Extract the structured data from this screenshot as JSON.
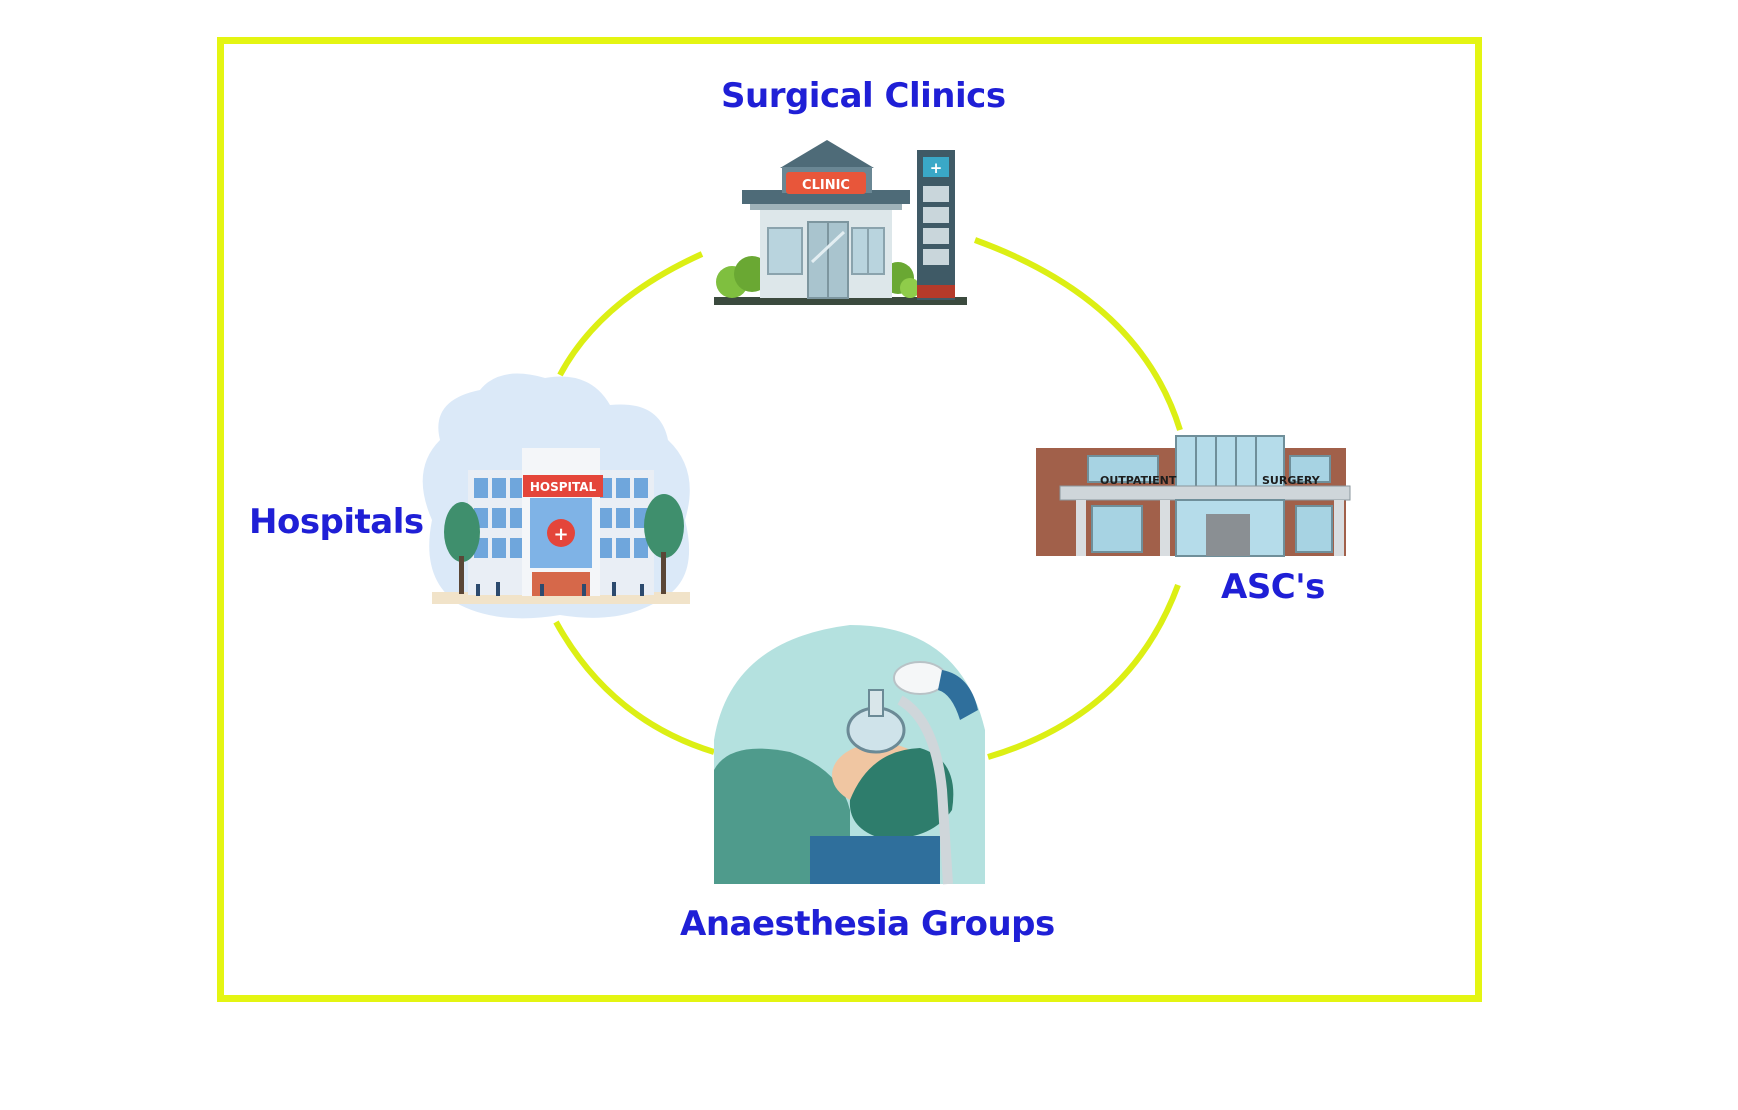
{
  "colors": {
    "frame": "#e4f512",
    "ring": "#dcef14",
    "label": "#1f1fd6"
  },
  "labels": {
    "top": "Surgical Clinics",
    "left": "Hospitals",
    "right": "ASC's",
    "bottom": "Anaesthesia Groups"
  },
  "signs": {
    "clinic": "CLINIC",
    "hospital": "HOSPITAL",
    "asc_left": "OUTPATIENT",
    "asc_right": "SURGERY"
  },
  "icons": [
    "clinic-building-icon",
    "hospital-building-icon",
    "asc-building-icon",
    "anaesthesia-mask-icon"
  ]
}
